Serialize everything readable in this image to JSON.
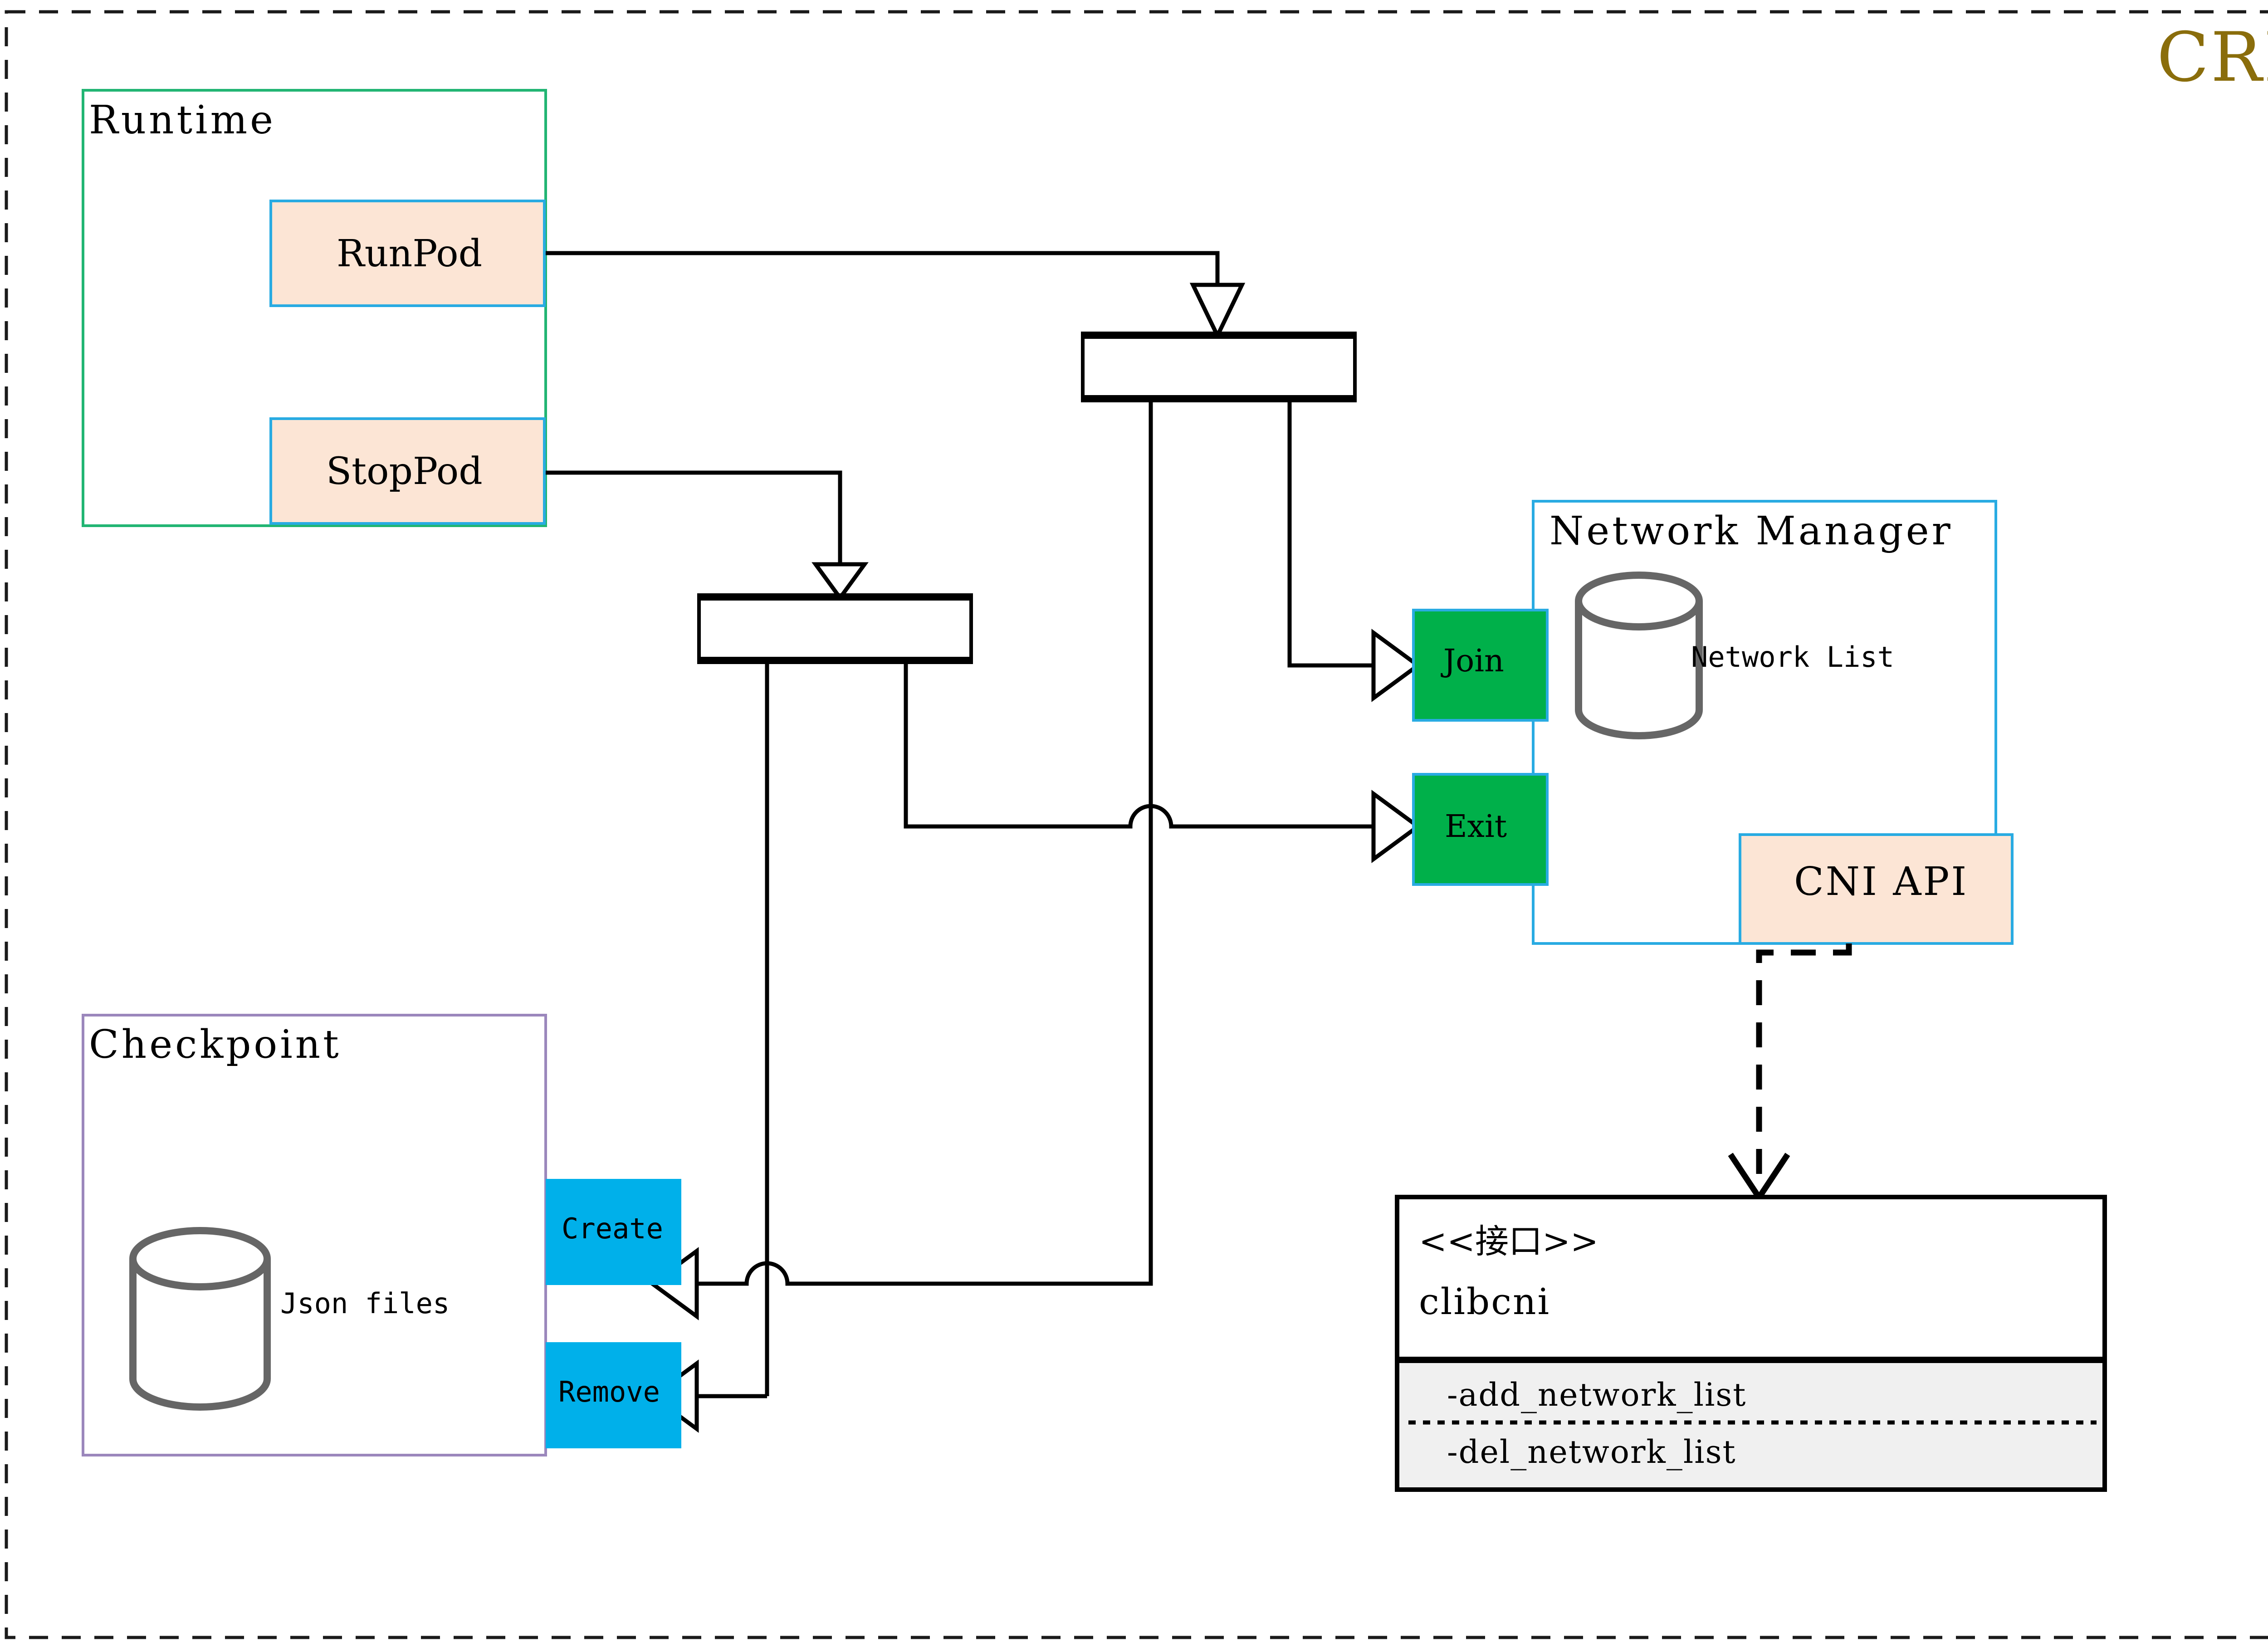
{
  "diagram": {
    "title": "CRI",
    "title_color": "#8a6d0b",
    "outer_border_style": "dashed"
  },
  "colors": {
    "runtime_border": "#22b573",
    "checkpoint_border": "#9b87bc",
    "network_manager_border": "#29abe2",
    "peach_fill": "#fce5d5",
    "peach_border": "#29abe2",
    "green_fill": "#00b04a",
    "green_border": "#29abe2",
    "cyan_fill": "#00b0ea",
    "cylinder_stroke": "#666666",
    "line": "#000000",
    "interface_compartment_fill": "#f0f0f0"
  },
  "runtime": {
    "title": "Runtime",
    "operations": [
      {
        "label": "RunPod"
      },
      {
        "label": "StopPod"
      }
    ]
  },
  "checkpoint": {
    "title": "Checkpoint",
    "store_label": "Json files",
    "operations": [
      {
        "label": "Create"
      },
      {
        "label": "Remove"
      }
    ]
  },
  "network_manager": {
    "title": "Network Manager",
    "store_label": "Network List",
    "ports": [
      {
        "label": "Join"
      },
      {
        "label": "Exit"
      }
    ],
    "api_label": "CNI API"
  },
  "interface_box": {
    "stereotype": "<<接口>>",
    "name": "clibcni",
    "methods": [
      "-add_network_list",
      "-del_network_list"
    ]
  }
}
